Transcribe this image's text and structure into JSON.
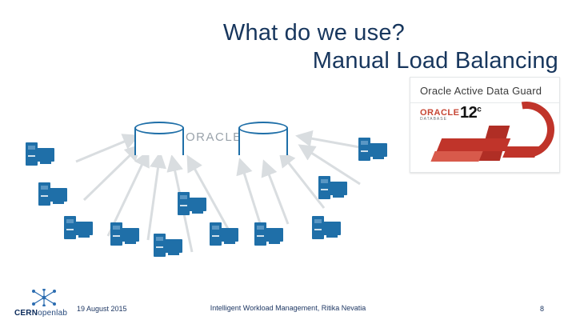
{
  "slide": {
    "title_line1": "What do we use?",
    "title_line2": "Manual Load Balancing",
    "title_color": "#17365d"
  },
  "diagram": {
    "oracle_wordmark": "ORACLE",
    "databases": [
      {
        "name": "database-cylinder-left"
      },
      {
        "name": "database-cylinder-right"
      }
    ],
    "client_count": 11,
    "accent_color": "#1f6fa8",
    "arrow_color": "#d9dde0"
  },
  "adg_card": {
    "title": "Oracle Active Data Guard",
    "oracle_label": "ORACLE",
    "database_label": "DATABASE",
    "version": "12",
    "version_sup": "c",
    "brand_red": "#c0342a"
  },
  "footer": {
    "date": "19 August 2015",
    "center_text": "Intelligent Workload Management, Ritika Nevatia",
    "page_number": "8"
  },
  "logo": {
    "cern": "CERN",
    "openlab": "openlab"
  }
}
